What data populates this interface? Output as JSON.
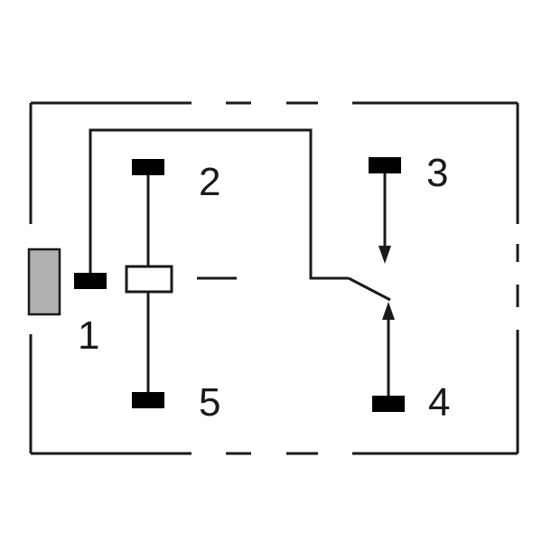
{
  "diagram": {
    "type": "relay-pinout",
    "colors": {
      "line": "#1a1a1a",
      "terminal": "#000000",
      "tab": "#b0b0b0",
      "background": "#ffffff"
    },
    "pins": {
      "p1": {
        "label": "1"
      },
      "p2": {
        "label": "2"
      },
      "p3": {
        "label": "3"
      },
      "p4": {
        "label": "4"
      },
      "p5": {
        "label": "5"
      }
    }
  }
}
